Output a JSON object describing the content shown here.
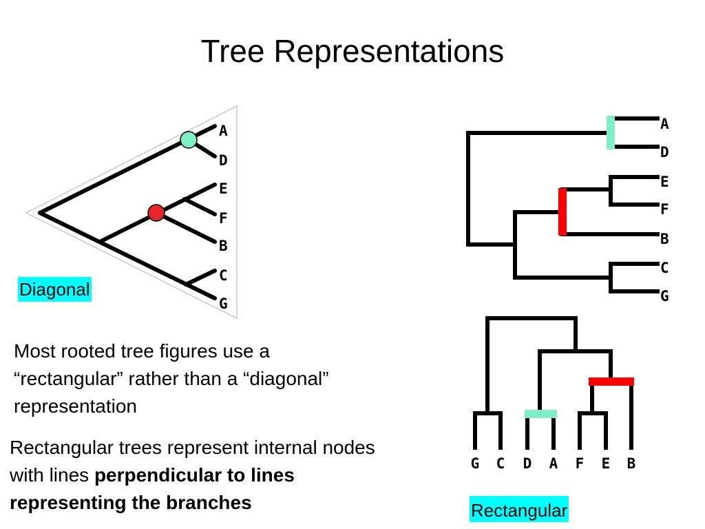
{
  "slide": {
    "title": "Tree Representations"
  },
  "diagonal_tree": {
    "caption": "Diagonal",
    "leaves": [
      "A",
      "D",
      "E",
      "F",
      "B",
      "C",
      "G"
    ],
    "highlight_colors": {
      "node_ad": "#7fefc7",
      "node_efb": "#e8252a"
    }
  },
  "rectangular_tree_horizontal": {
    "leaves": [
      "A",
      "D",
      "E",
      "F",
      "B",
      "C",
      "G"
    ],
    "highlight_colors": {
      "node_ad": "#7fefc7",
      "node_efb": "#ff0000"
    }
  },
  "rectangular_tree_vertical": {
    "caption": "Rectangular",
    "leaves": [
      "G",
      "C",
      "D",
      "A",
      "F",
      "E",
      "B"
    ],
    "highlight_colors": {
      "node_da": "#7fefc7",
      "node_efb": "#ff0000"
    }
  },
  "text": {
    "paragraph1": "Most rooted tree figures use a “rectangular” rather than a “diagonal” representation",
    "paragraph2_plain": "Rectangular trees represent internal nodes with lines ",
    "paragraph2_bold": "perpendicular to lines representing the branches"
  }
}
